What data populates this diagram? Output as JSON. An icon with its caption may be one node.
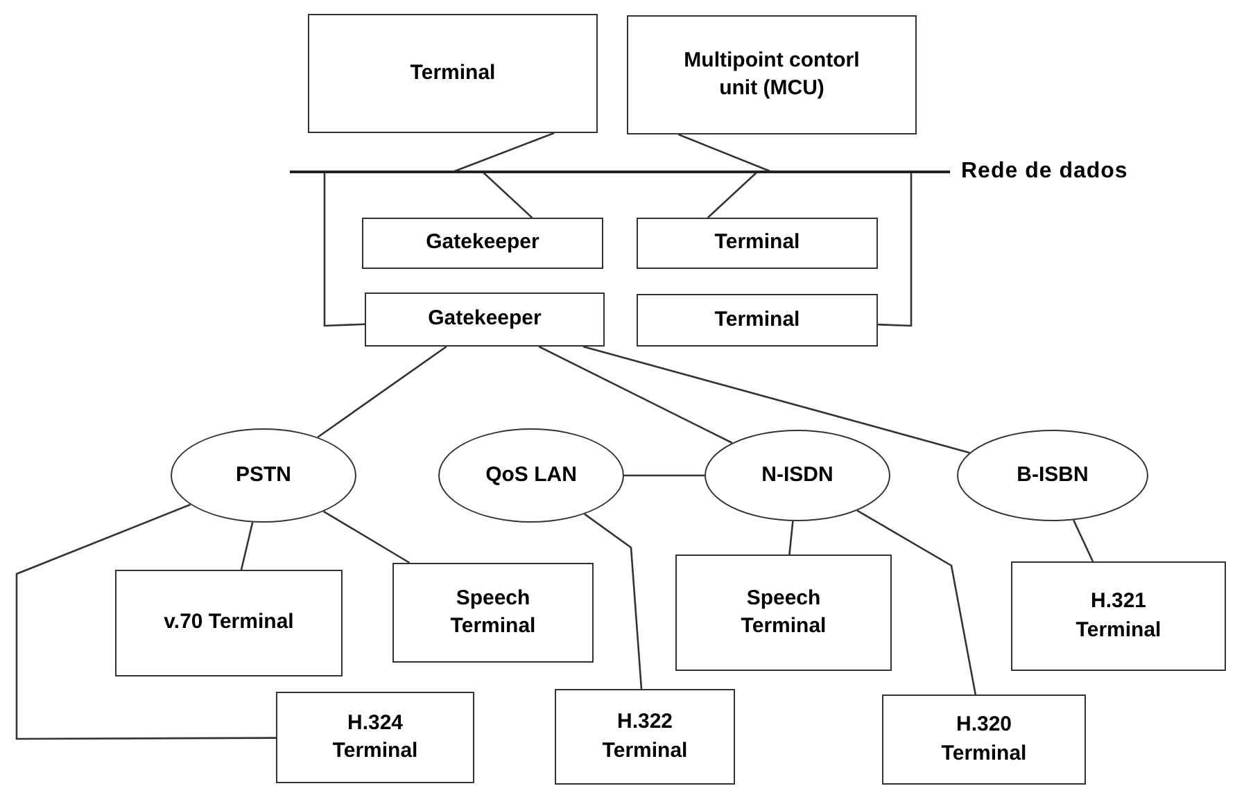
{
  "diagram": {
    "nodes": [
      {
        "text": [
          "Terminal"
        ]
      },
      {
        "text": [
          "Multipoint contorl unit (MCU)"
        ]
      },
      {
        "text": [
          "Rede de dados"
        ]
      },
      {
        "text": [
          "Gatekeeper"
        ]
      },
      {
        "text": [
          "Terminal"
        ]
      },
      {
        "text": [
          "Gatekeeper"
        ]
      },
      {
        "text": [
          "Terminal"
        ]
      },
      {
        "text": [
          "PSTN"
        ]
      },
      {
        "text": [
          "QoS LAN"
        ]
      },
      {
        "text": [
          "N-ISDN"
        ]
      },
      {
        "text": [
          "B-ISBN"
        ]
      },
      {
        "text": [
          "v.70 Terminal"
        ]
      },
      {
        "text": [
          "Speech Terminal"
        ]
      },
      {
        "text": [
          "H.324 Terminal"
        ]
      },
      {
        "text": [
          "H.322 Terminal"
        ]
      },
      {
        "text": [
          "Speech Terminal"
        ]
      },
      {
        "text": [
          "H.320 Terminal"
        ]
      },
      {
        "text": [
          "H.321 Terminal"
        ]
      }
    ],
    "edges": [
      {
        "from": 0,
        "to": 2,
        "arrow": "none"
      },
      {
        "from": 1,
        "to": 2,
        "arrow": "none"
      },
      {
        "from": 2,
        "to": 3,
        "arrow": "none"
      },
      {
        "from": 2,
        "to": 4,
        "arrow": "none"
      },
      {
        "from": 2,
        "to": 5,
        "arrow": "none"
      },
      {
        "from": 2,
        "to": 6,
        "arrow": "none"
      },
      {
        "from": 5,
        "to": 7,
        "arrow": "none"
      },
      {
        "from": 5,
        "to": 9,
        "arrow": "none"
      },
      {
        "from": 5,
        "to": 10,
        "arrow": "none"
      },
      {
        "from": 8,
        "to": 9,
        "arrow": "none"
      },
      {
        "from": 7,
        "to": 11,
        "arrow": "none"
      },
      {
        "from": 7,
        "to": 12,
        "arrow": "none"
      },
      {
        "from": 7,
        "to": 13,
        "arrow": "none"
      },
      {
        "from": 8,
        "to": 14,
        "arrow": "none"
      },
      {
        "from": 9,
        "to": 15,
        "arrow": "none"
      },
      {
        "from": 9,
        "to": 16,
        "arrow": "none"
      },
      {
        "from": 10,
        "to": 17,
        "arrow": "none"
      }
    ]
  }
}
